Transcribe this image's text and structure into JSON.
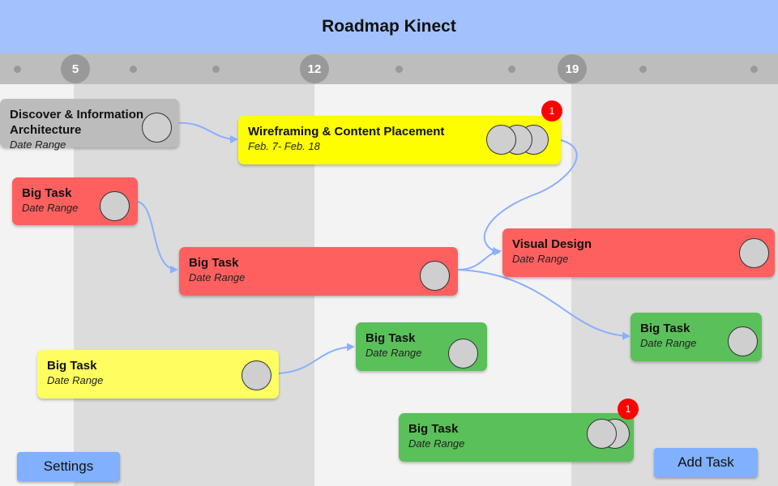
{
  "header": {
    "title": "Roadmap Kinect"
  },
  "timeline": {
    "ticks": [
      "5",
      "12",
      "19"
    ]
  },
  "tasks": [
    {
      "title": "Discover & Information Architecture",
      "dates": "Date Range",
      "color": "#bcbcbc"
    },
    {
      "title": "Wireframing & Content Placement",
      "dates": "Feb. 7- Feb. 18",
      "color": "#fefe00",
      "badge": "1"
    },
    {
      "title": "Big Task",
      "dates": "Date Range",
      "color": "#fe6060"
    },
    {
      "title": "Big Task",
      "dates": "Date Range",
      "color": "#fe6060"
    },
    {
      "title": "Visual Design",
      "dates": "Date Range",
      "color": "#fe6060"
    },
    {
      "title": "Big Task",
      "dates": "Date Range",
      "color": "#5ac05a"
    },
    {
      "title": "Big Task",
      "dates": "Date Range",
      "color": "#fefe60"
    },
    {
      "title": "Big Task",
      "dates": "Date Range",
      "color": "#5ac05a"
    },
    {
      "title": "Big Task",
      "dates": "Date Range",
      "color": "#5ac05a",
      "badge": "1"
    }
  ],
  "buttons": {
    "settings": "Settings",
    "add_task": "Add Task"
  },
  "colors": {
    "header": "#a3c2fd",
    "connector": "#8ab0fc",
    "badge": "#fe0000",
    "button": "#80b0fe"
  }
}
